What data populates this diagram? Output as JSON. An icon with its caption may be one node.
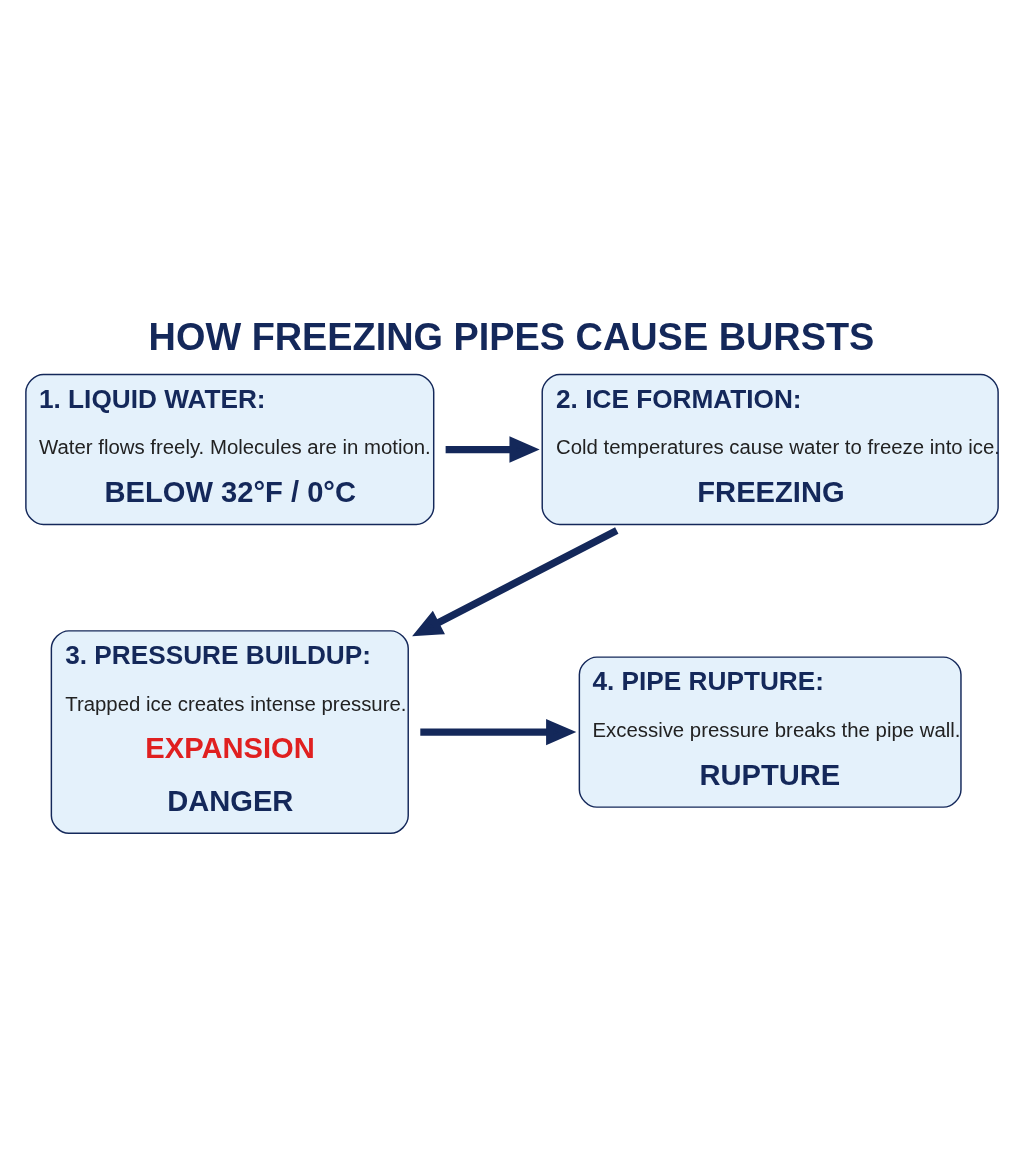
{
  "diagram": {
    "title": "HOW FREEZING PIPES CAUSE BURSTS",
    "nodes": [
      {
        "text": [
          "1. LIQUID WATER:",
          "Water flows freely. Molecules are in motion.",
          "BELOW 32°F / 0°C"
        ]
      },
      {
        "text": [
          "2. ICE FORMATION:",
          "Cold temperatures cause water to freeze into ice.",
          "FREEZING"
        ]
      },
      {
        "text": [
          "3. PRESSURE BUILDUP:",
          "Trapped ice creates intense pressure.",
          "EXPANSION",
          "DANGER"
        ]
      },
      {
        "text": [
          "4. PIPE RUPTURE:",
          "Excessive pressure breaks the pipe wall.",
          "RUPTURE"
        ]
      }
    ],
    "edges": [
      {
        "from": 0,
        "to": 1,
        "arrow": "to"
      },
      {
        "from": 1,
        "to": 2,
        "arrow": "to"
      },
      {
        "from": 2,
        "to": 3,
        "arrow": "to"
      }
    ]
  }
}
